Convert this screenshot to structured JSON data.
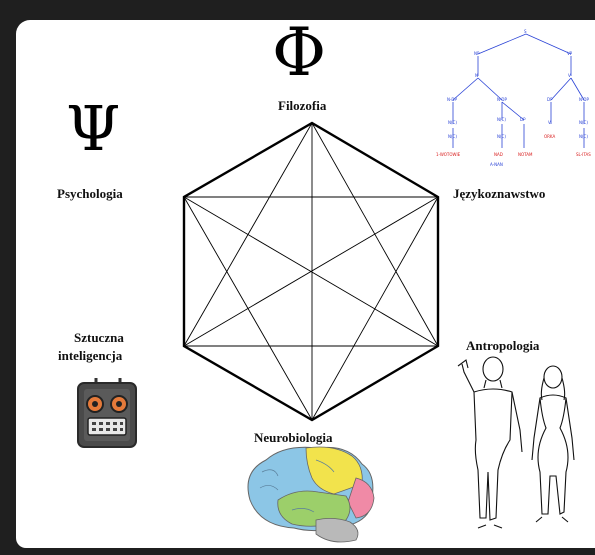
{
  "disciplines": {
    "top": "Filozofia",
    "upper_left": "Psychologia",
    "upper_right": "Językoznawstwo",
    "lower_left_line1": "Sztuczna",
    "lower_left_line2": "inteligencja",
    "lower_right": "Antropologia",
    "bottom": "Neurobiologia"
  },
  "symbols": {
    "philosophy": "Φ",
    "psychology": "Ψ"
  },
  "icons": {
    "philosophy": "phi-symbol-icon",
    "psychology": "psi-symbol-icon",
    "linguistics": "syntax-tree-icon",
    "ai": "robot-face-icon",
    "anthropology": "human-figures-icon",
    "neuroscience": "brain-icon"
  },
  "colors": {
    "frame": "#1f1f1f",
    "panel": "#ffffff",
    "tree_blue": "#2a43d6",
    "tree_red": "#d81a1a",
    "brain_blue": "#8cc6e6",
    "brain_yellow": "#f2e34c",
    "brain_green": "#9ccf6a",
    "brain_pink": "#f08aa6",
    "brain_gray": "#b9b9b9"
  }
}
